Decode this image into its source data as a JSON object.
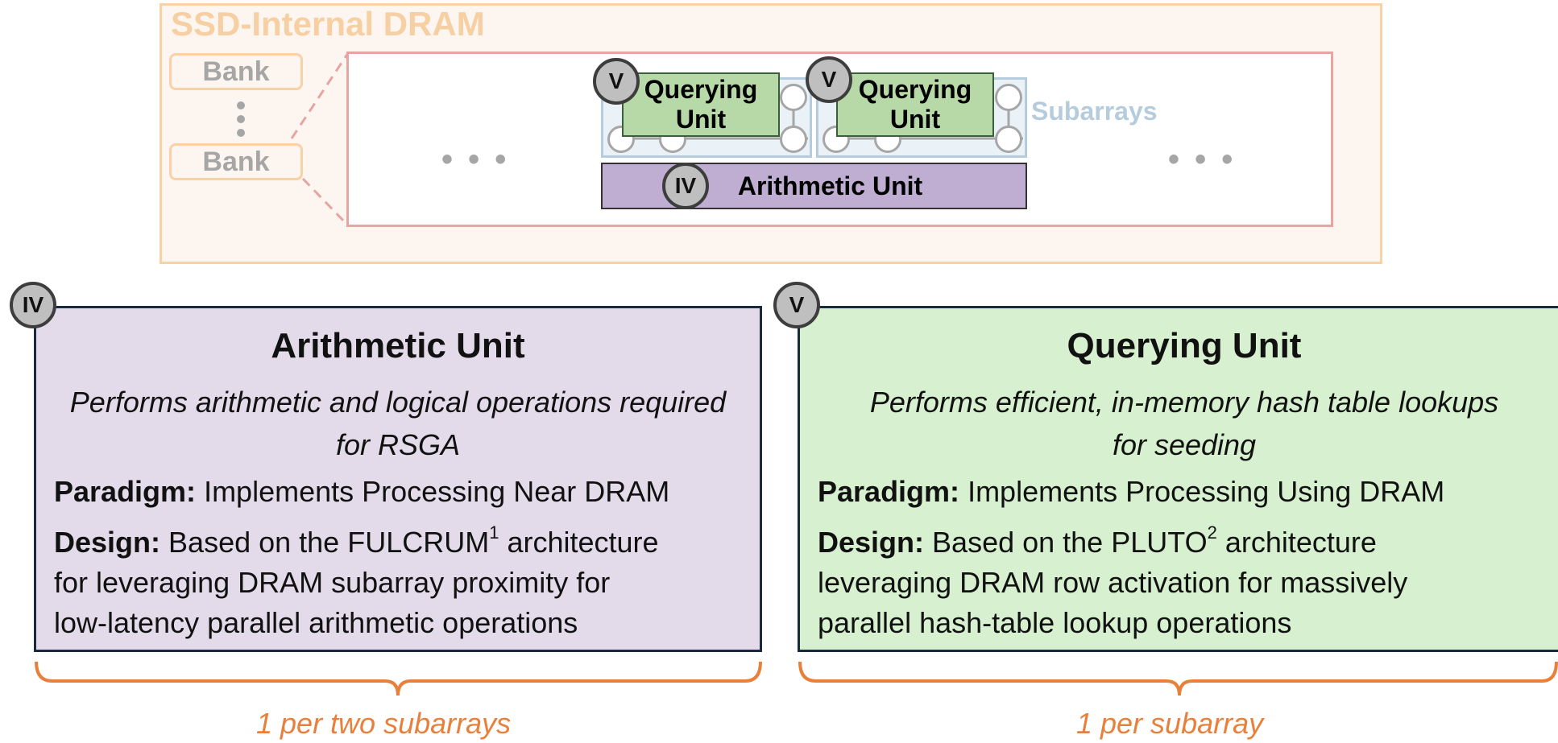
{
  "dram": {
    "title": "SSD-Internal DRAM",
    "bank_label": "Bank",
    "ellipsis": "• • •",
    "subarrays_label": "Subarrays",
    "querying_unit_label": "Querying\nUnit",
    "arithmetic_unit_label": "Arithmetic Unit",
    "badge_iv": "IV",
    "badge_v": "V"
  },
  "panels": {
    "arithmetic": {
      "badge": "IV",
      "title": "Arithmetic Unit",
      "description": "Performs arithmetic and logical operations required for RSGA",
      "paradigm_label": "Paradigm:",
      "paradigm_text": "Implements Processing Near DRAM",
      "design_label": "Design:",
      "design_prefix": "Based on the FULCRUM",
      "design_ref": "1",
      "design_suffix": "architecture",
      "design_line2": "for leveraging DRAM subarray proximity for",
      "design_line3": "low-latency parallel arithmetic operations",
      "brace_label": "1 per two subarrays"
    },
    "querying": {
      "badge": "V",
      "title": "Querying Unit",
      "description": "Performs efficient, in-memory hash table lookups for seeding",
      "paradigm_label": "Paradigm:",
      "paradigm_text": "Implements Processing Using DRAM",
      "design_label": "Design:",
      "design_prefix": "Based on the PLUTO",
      "design_ref": "2",
      "design_suffix": "architecture",
      "design_line2": "leveraging DRAM row activation for massively",
      "design_line3": "parallel hash-table lookup operations",
      "brace_label": "1 per subarray"
    }
  },
  "colors": {
    "dram_border": "#f8d2a6",
    "bank_detail_border": "#e6a4a3",
    "subarray_border": "#b5ccdc",
    "querying_fill": "#b7d9a8",
    "arithmetic_fill": "#bfaed1",
    "arith_panel_fill": "#e3dbea",
    "query_panel_fill": "#d7f0cf",
    "brace": "#e8803c"
  }
}
